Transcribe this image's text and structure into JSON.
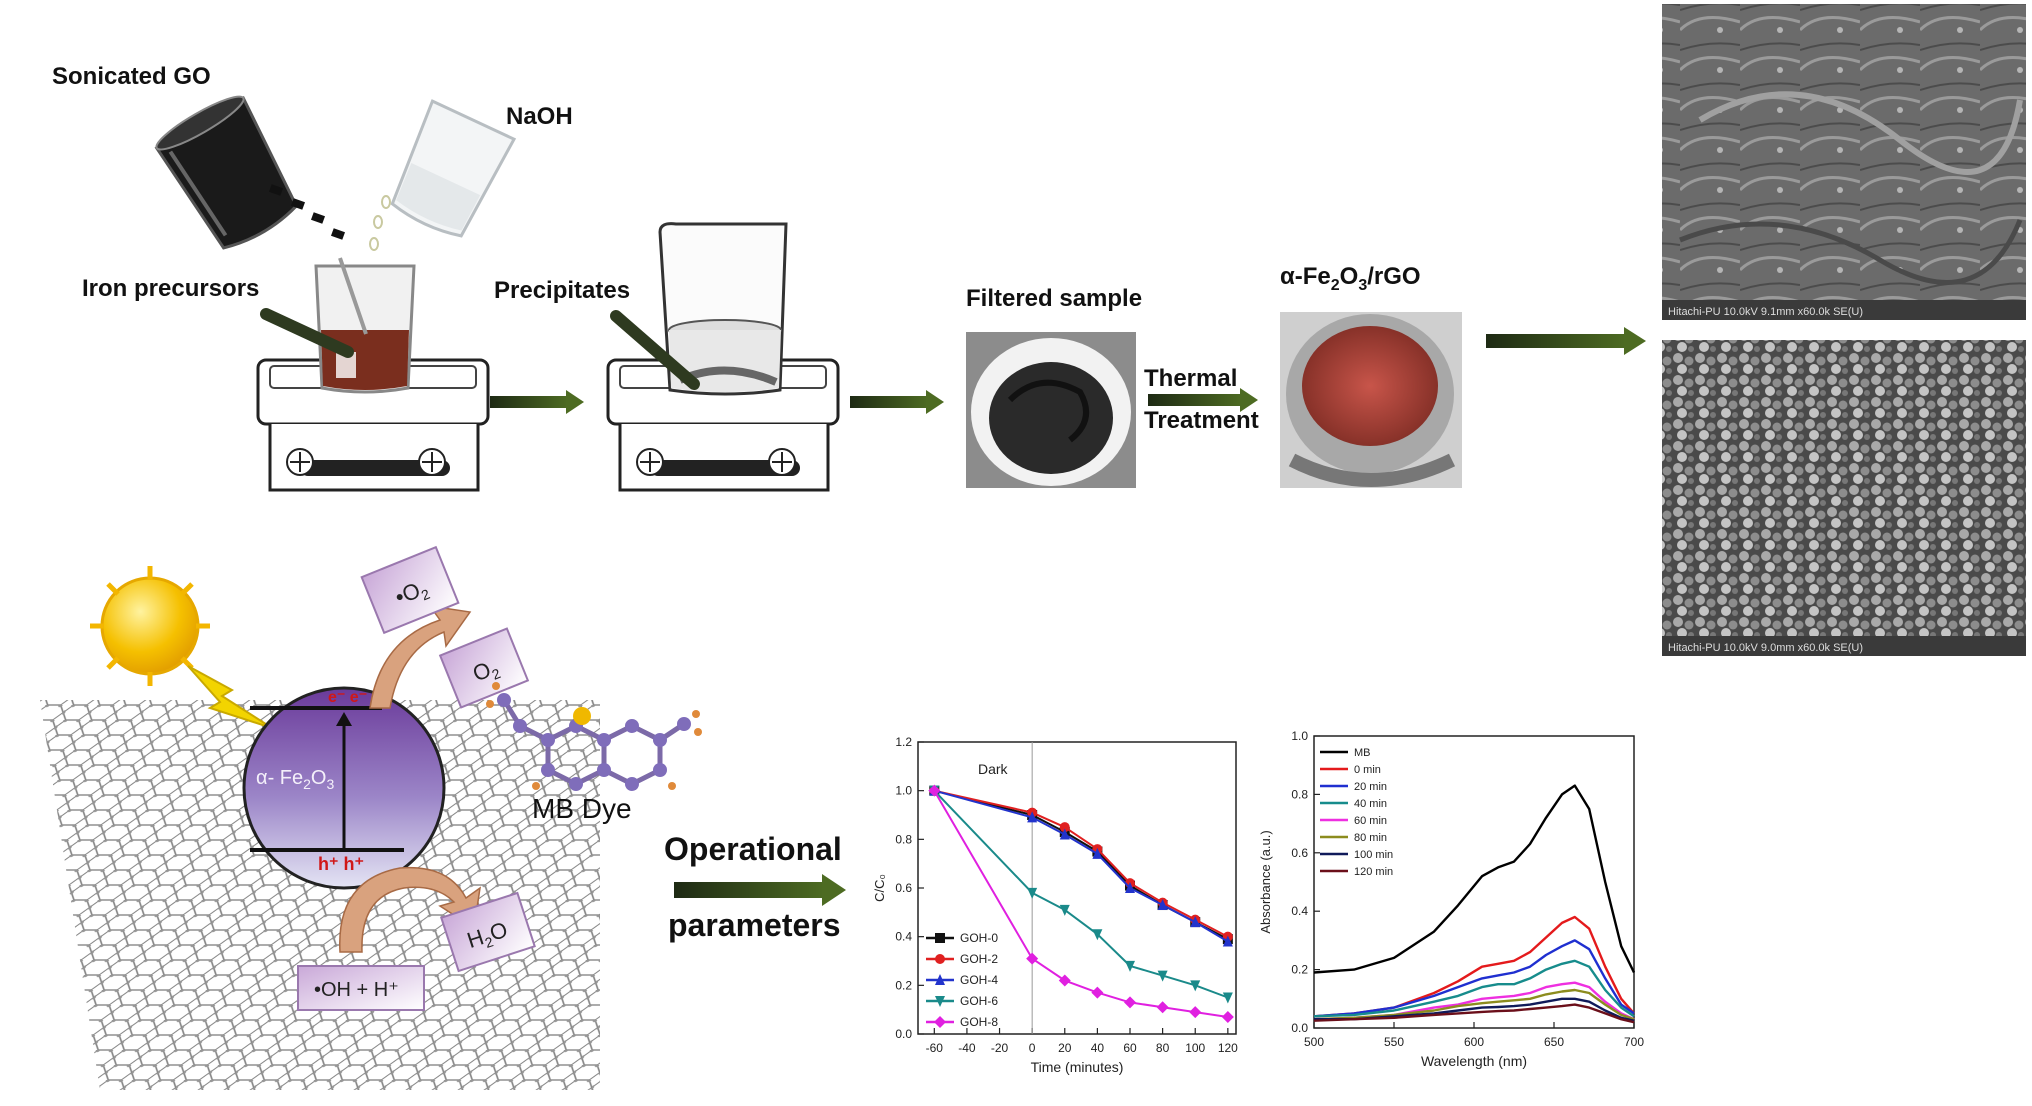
{
  "labels": {
    "sonicated_go": "Sonicated GO",
    "naoh": "NaOH",
    "iron_precursors": "Iron precursors",
    "precipitates": "Precipitates",
    "filtered_sample": "Filtered sample",
    "thermal": "Thermal",
    "treatment": "Treatment",
    "product_prefix": "α-Fe",
    "product_sub1": "2",
    "product_mid": "O",
    "product_sub2": "3",
    "product_suffix": "/rGO",
    "mb_dye": "MB Dye",
    "operational": "Operational",
    "parameters": "parameters"
  },
  "mechanism": {
    "catalyst_prefix": "α- Fe",
    "catalyst_sub1": "2",
    "catalyst_mid": "O",
    "catalyst_sub2": "3",
    "electrons": "e⁻  e⁻",
    "holes": "h⁺ h⁺",
    "superoxide": "•O",
    "superoxide_sub": "2",
    "oxygen": "O",
    "oxygen_sub": "2",
    "water": "H",
    "water_sub": "2",
    "water_end": "O",
    "hydroxyl": "•OH + H⁺"
  },
  "sem": {
    "top_caption": "Hitachi-PU 10.0kV 9.1mm x60.0k SE(U)",
    "bottom_caption": "Hitachi-PU 10.0kV 9.0mm x60.0k SE(U)"
  },
  "colors": {
    "arrow": "#3a4a1e",
    "catalyst_top": "#6a3a9a",
    "catalyst_bottom": "#dfe0f2",
    "sun": "#f5b400",
    "bolt": "#f2d400",
    "curved_arrow": "#d9a27e"
  },
  "chart_data": [
    {
      "type": "line",
      "xlabel": "Time (minutes)",
      "ylabel": "C/C₀",
      "annotation": "Dark",
      "xlim": [
        -70,
        125
      ],
      "ylim": [
        0,
        1.2
      ],
      "xticks": [
        -60,
        -40,
        -20,
        0,
        20,
        40,
        60,
        80,
        100,
        120
      ],
      "yticks": [
        0.0,
        0.2,
        0.4,
        0.6,
        0.8,
        1.0,
        1.2
      ],
      "legend_position": "bottom-left",
      "x": [
        -60,
        0,
        20,
        40,
        60,
        80,
        100,
        120
      ],
      "series": [
        {
          "name": "GOH-0",
          "color": "#111111",
          "marker": "square",
          "values": [
            1.0,
            0.9,
            0.83,
            0.75,
            0.61,
            0.53,
            0.46,
            0.39
          ]
        },
        {
          "name": "GOH-2",
          "color": "#e02020",
          "marker": "circle",
          "values": [
            1.0,
            0.91,
            0.85,
            0.76,
            0.62,
            0.54,
            0.47,
            0.4
          ]
        },
        {
          "name": "GOH-4",
          "color": "#2233cc",
          "marker": "triangle",
          "values": [
            1.0,
            0.89,
            0.82,
            0.74,
            0.6,
            0.53,
            0.46,
            0.38
          ]
        },
        {
          "name": "GOH-6",
          "color": "#1a8a8a",
          "marker": "triangle-down",
          "values": [
            1.0,
            0.58,
            0.51,
            0.41,
            0.28,
            0.24,
            0.2,
            0.15
          ]
        },
        {
          "name": "GOH-8",
          "color": "#e020e0",
          "marker": "diamond",
          "values": [
            1.0,
            0.31,
            0.22,
            0.17,
            0.13,
            0.11,
            0.09,
            0.07
          ]
        }
      ]
    },
    {
      "type": "line",
      "xlabel": "Wavelength (nm)",
      "ylabel": "Absorbance (a.u.)",
      "xlim": [
        500,
        700
      ],
      "ylim": [
        0,
        1.0
      ],
      "xticks": [
        500,
        550,
        600,
        650,
        700
      ],
      "yticks": [
        0.0,
        0.2,
        0.4,
        0.6,
        0.8,
        1.0
      ],
      "legend_position": "top-left",
      "x": [
        500,
        525,
        550,
        575,
        590,
        605,
        615,
        625,
        635,
        645,
        655,
        663,
        672,
        682,
        692,
        700
      ],
      "series": [
        {
          "name": "MB",
          "color": "#000000",
          "values": [
            0.19,
            0.2,
            0.24,
            0.33,
            0.42,
            0.52,
            0.55,
            0.57,
            0.63,
            0.72,
            0.8,
            0.83,
            0.75,
            0.5,
            0.28,
            0.19
          ]
        },
        {
          "name": "0 min",
          "color": "#e41a1c",
          "values": [
            0.04,
            0.05,
            0.07,
            0.12,
            0.16,
            0.21,
            0.22,
            0.23,
            0.26,
            0.31,
            0.36,
            0.38,
            0.34,
            0.21,
            0.1,
            0.05
          ]
        },
        {
          "name": "20 min",
          "color": "#1f2fd0",
          "values": [
            0.04,
            0.05,
            0.07,
            0.11,
            0.14,
            0.17,
            0.18,
            0.19,
            0.21,
            0.25,
            0.28,
            0.3,
            0.27,
            0.17,
            0.08,
            0.05
          ]
        },
        {
          "name": "40 min",
          "color": "#178c8c",
          "values": [
            0.04,
            0.045,
            0.06,
            0.09,
            0.11,
            0.14,
            0.15,
            0.15,
            0.17,
            0.2,
            0.22,
            0.23,
            0.21,
            0.13,
            0.07,
            0.04
          ]
        },
        {
          "name": "60 min",
          "color": "#ee2fe0",
          "values": [
            0.03,
            0.035,
            0.045,
            0.07,
            0.08,
            0.1,
            0.105,
            0.11,
            0.12,
            0.14,
            0.15,
            0.155,
            0.14,
            0.09,
            0.05,
            0.03
          ]
        },
        {
          "name": "80 min",
          "color": "#8c8c1e",
          "values": [
            0.03,
            0.035,
            0.045,
            0.06,
            0.075,
            0.085,
            0.09,
            0.095,
            0.1,
            0.115,
            0.125,
            0.13,
            0.12,
            0.08,
            0.045,
            0.03
          ]
        },
        {
          "name": "100 min",
          "color": "#101a5a",
          "values": [
            0.03,
            0.03,
            0.04,
            0.05,
            0.06,
            0.07,
            0.072,
            0.075,
            0.08,
            0.09,
            0.1,
            0.1,
            0.09,
            0.06,
            0.035,
            0.025
          ]
        },
        {
          "name": "120 min",
          "color": "#6b0f1a",
          "values": [
            0.025,
            0.03,
            0.035,
            0.045,
            0.05,
            0.055,
            0.058,
            0.06,
            0.065,
            0.07,
            0.075,
            0.08,
            0.07,
            0.05,
            0.03,
            0.02
          ]
        }
      ]
    }
  ]
}
